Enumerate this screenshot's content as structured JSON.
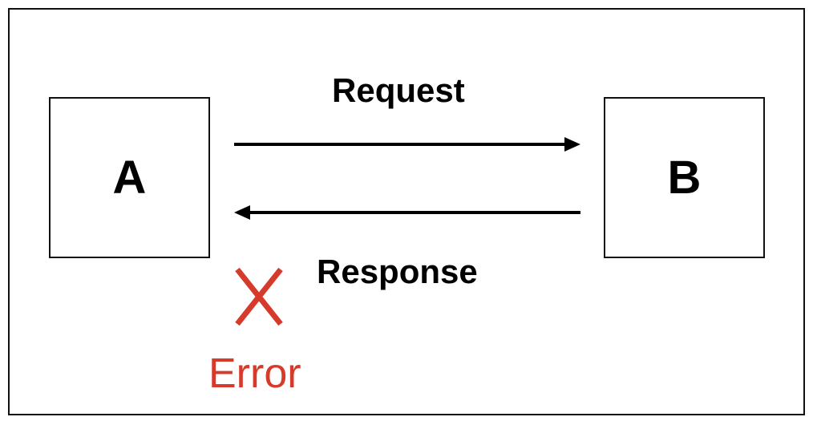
{
  "nodes": {
    "a": {
      "label": "A"
    },
    "b": {
      "label": "B"
    }
  },
  "edges": {
    "request": {
      "label": "Request",
      "from": "A",
      "to": "B"
    },
    "response": {
      "label": "Response",
      "from": "B",
      "to": "A"
    }
  },
  "error": {
    "mark": "X",
    "label": "Error",
    "color": "#d63a2b"
  },
  "colors": {
    "stroke": "#111111",
    "text": "#000000"
  }
}
